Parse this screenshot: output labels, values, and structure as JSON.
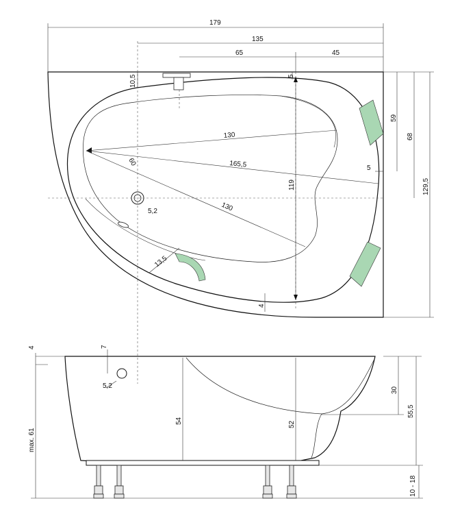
{
  "top_view": {
    "dims": {
      "overall_width": "179",
      "width_135": "135",
      "width_65": "65",
      "width_45": "45",
      "rim_10_5": "10,5",
      "rim_5_top": "5",
      "height_59": "59",
      "height_68": "68",
      "height_129_5": "129,5",
      "inner_130_top": "130",
      "diag_165_5": "165,5",
      "side_5": "5",
      "inner_119": "119",
      "inner_60": "60",
      "drain_5_2": "5,2",
      "inner_130_diag": "130",
      "edge_13_5": "13,5",
      "rim_4_bottom": "4"
    }
  },
  "side_view": {
    "dims": {
      "rim_4": "4",
      "overflow_7": "7",
      "overflow_5_2": "5,2",
      "max_61": "max. 61",
      "depth_54": "54",
      "depth_52": "52",
      "seat_30": "30",
      "height_55_5": "55,5",
      "legs_10_18": "10 - 18"
    }
  }
}
